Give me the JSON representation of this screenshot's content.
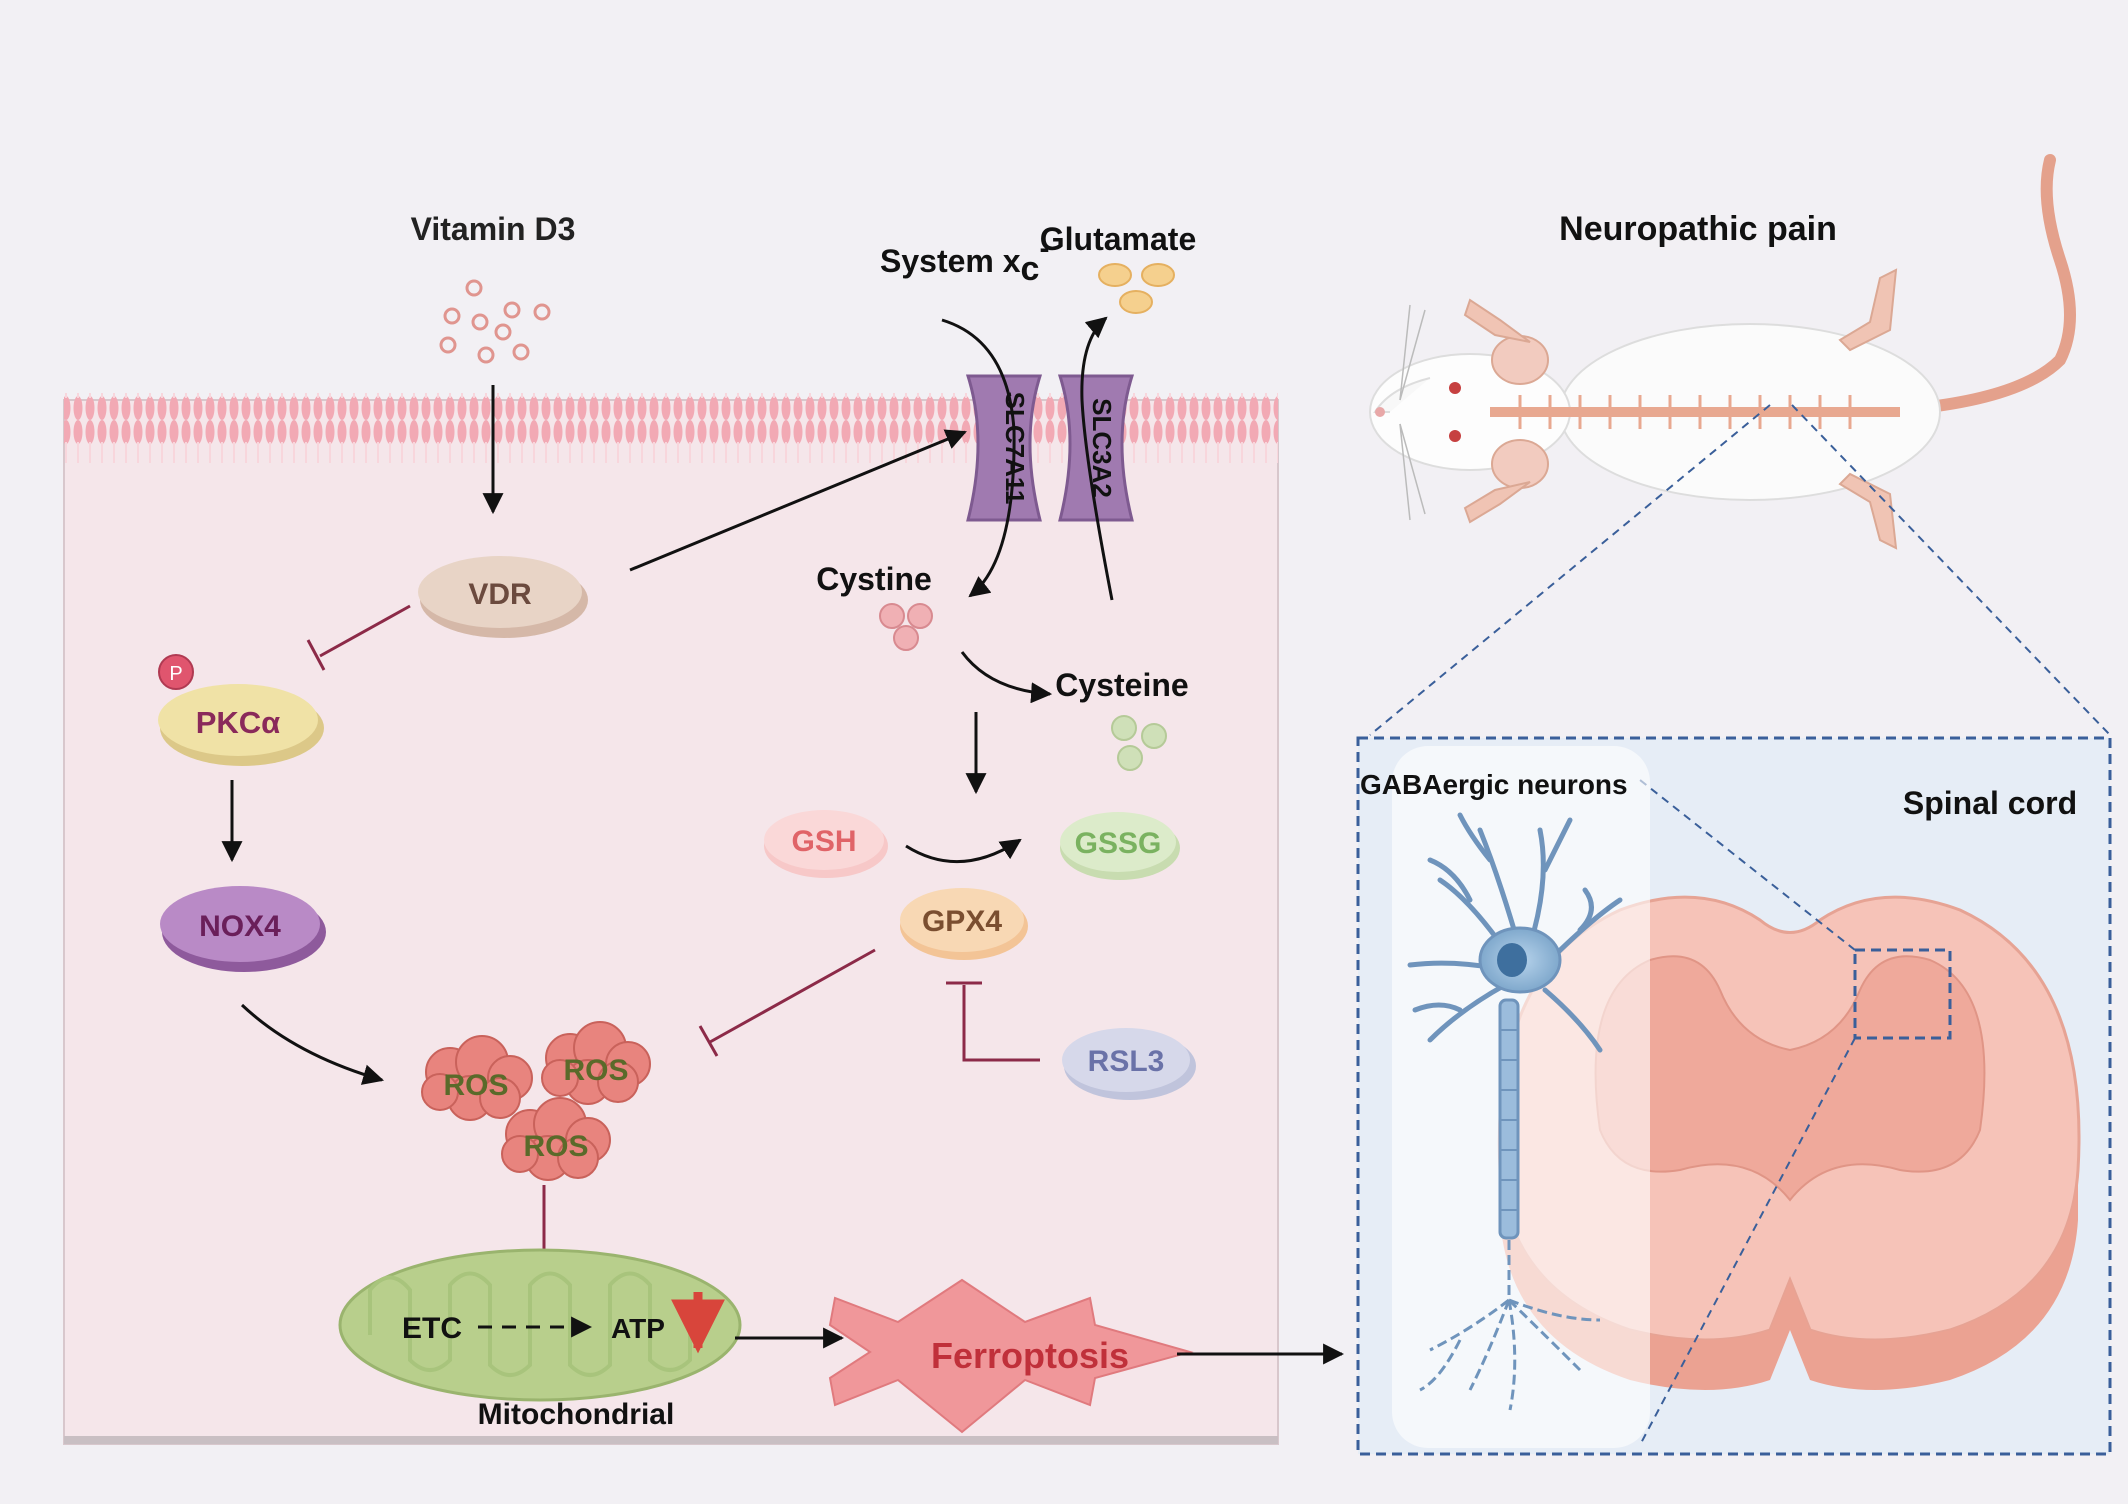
{
  "vitamin": "Vitamin D3",
  "system": {
    "main": "System x",
    "sub": "c",
    "sup": "-"
  },
  "glutamate": "Glutamate",
  "slc7a11": "SLC7A11",
  "slc3a2": "SLC3A2",
  "vdr": "VDR",
  "phospho": "P",
  "pkc": "PKCα",
  "nox4": "NOX4",
  "cystine": "Cystine",
  "cysteine": "Cysteine",
  "gsh": "GSH",
  "gssg": "GSSG",
  "gpx4": "GPX4",
  "rsl3": "RSL3",
  "ros": [
    "ROS",
    "ROS",
    "ROS"
  ],
  "etc": "ETC",
  "atp": "ATP",
  "mito": "Mitochondrial",
  "ferroptosis": "Ferroptosis",
  "neuropathic": "Neuropathic pain",
  "gaba": "GABAergic neurons",
  "spinal": "Spinal cord",
  "colors": {
    "cell": "#f5e6ea",
    "membrane": "#f2b8c0",
    "transporter": "#a07ab0",
    "inhibit": "#8c2a48",
    "ros": "#e8847e",
    "spinal": "#f4b8ac"
  }
}
